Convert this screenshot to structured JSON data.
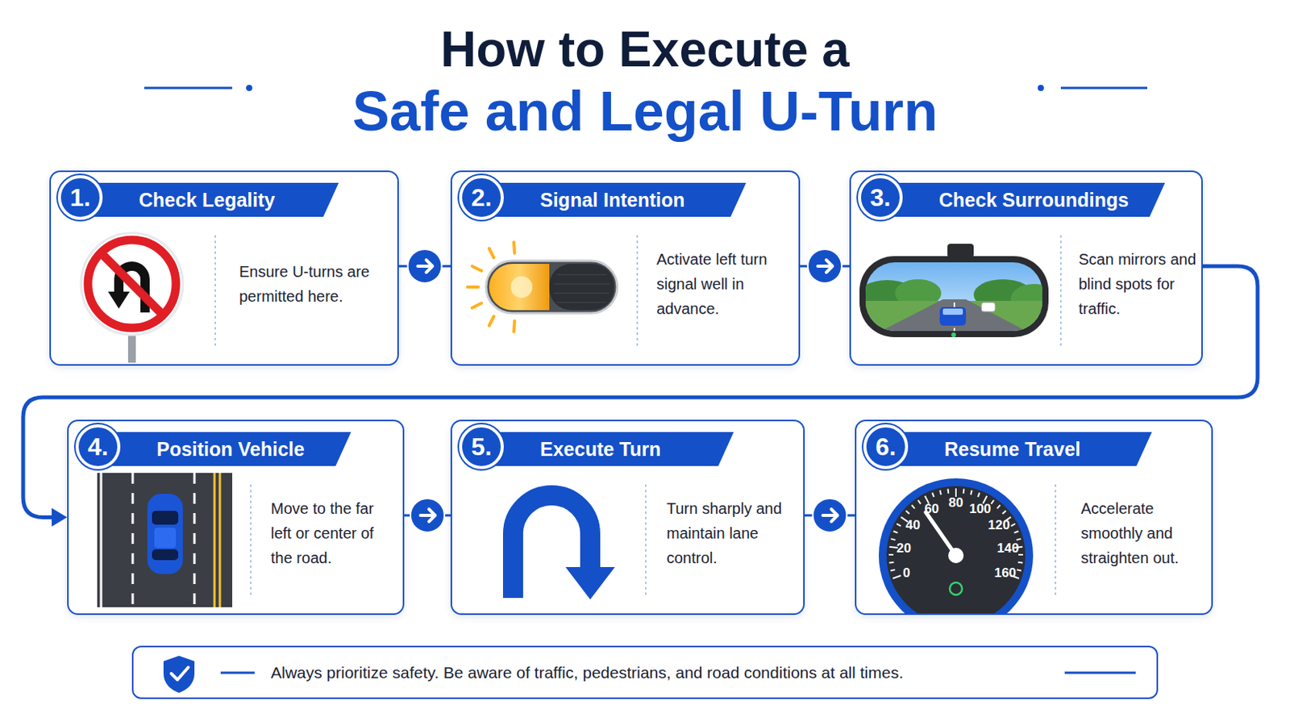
{
  "diagram": {
    "title": "How to Execute a",
    "nodes": [
      {
        "text": [
          "1.",
          "Check Legality",
          "Ensure U-turns are permitted here."
        ]
      },
      {
        "text": [
          "2.",
          "Signal Intention",
          "Activate left turn signal well in advance."
        ]
      },
      {
        "text": [
          "3.",
          "Check Surroundings",
          "Scan mirrors and blind spots for traffic."
        ]
      },
      {
        "text": [
          "4.",
          "Position Vehicle",
          "Move to the far left or center of the road."
        ]
      },
      {
        "text": [
          "5.",
          "Execute Turn",
          "Turn sharply and maintain lane control."
        ]
      },
      {
        "text": [
          "6.",
          "Resume Travel",
          "Accelerate smoothly and straighten out."
        ]
      },
      {
        "text": [
          "Always prioritize safety. Be aware of traffic, pedestrians, and road conditions at all times."
        ]
      }
    ],
    "edges": [
      {
        "from": 0,
        "to": 1,
        "arrow": "to"
      },
      {
        "from": 1,
        "to": 2,
        "arrow": "to"
      },
      {
        "from": 2,
        "to": 3,
        "arrow": "to"
      },
      {
        "from": 3,
        "to": 4,
        "arrow": "to"
      },
      {
        "from": 4,
        "to": 5,
        "arrow": "to"
      }
    ],
    "labels": [
      "Safe and Legal U-Turn",
      "0",
      "20",
      "40",
      "60",
      "80",
      "100",
      "120",
      "140",
      "160"
    ]
  }
}
